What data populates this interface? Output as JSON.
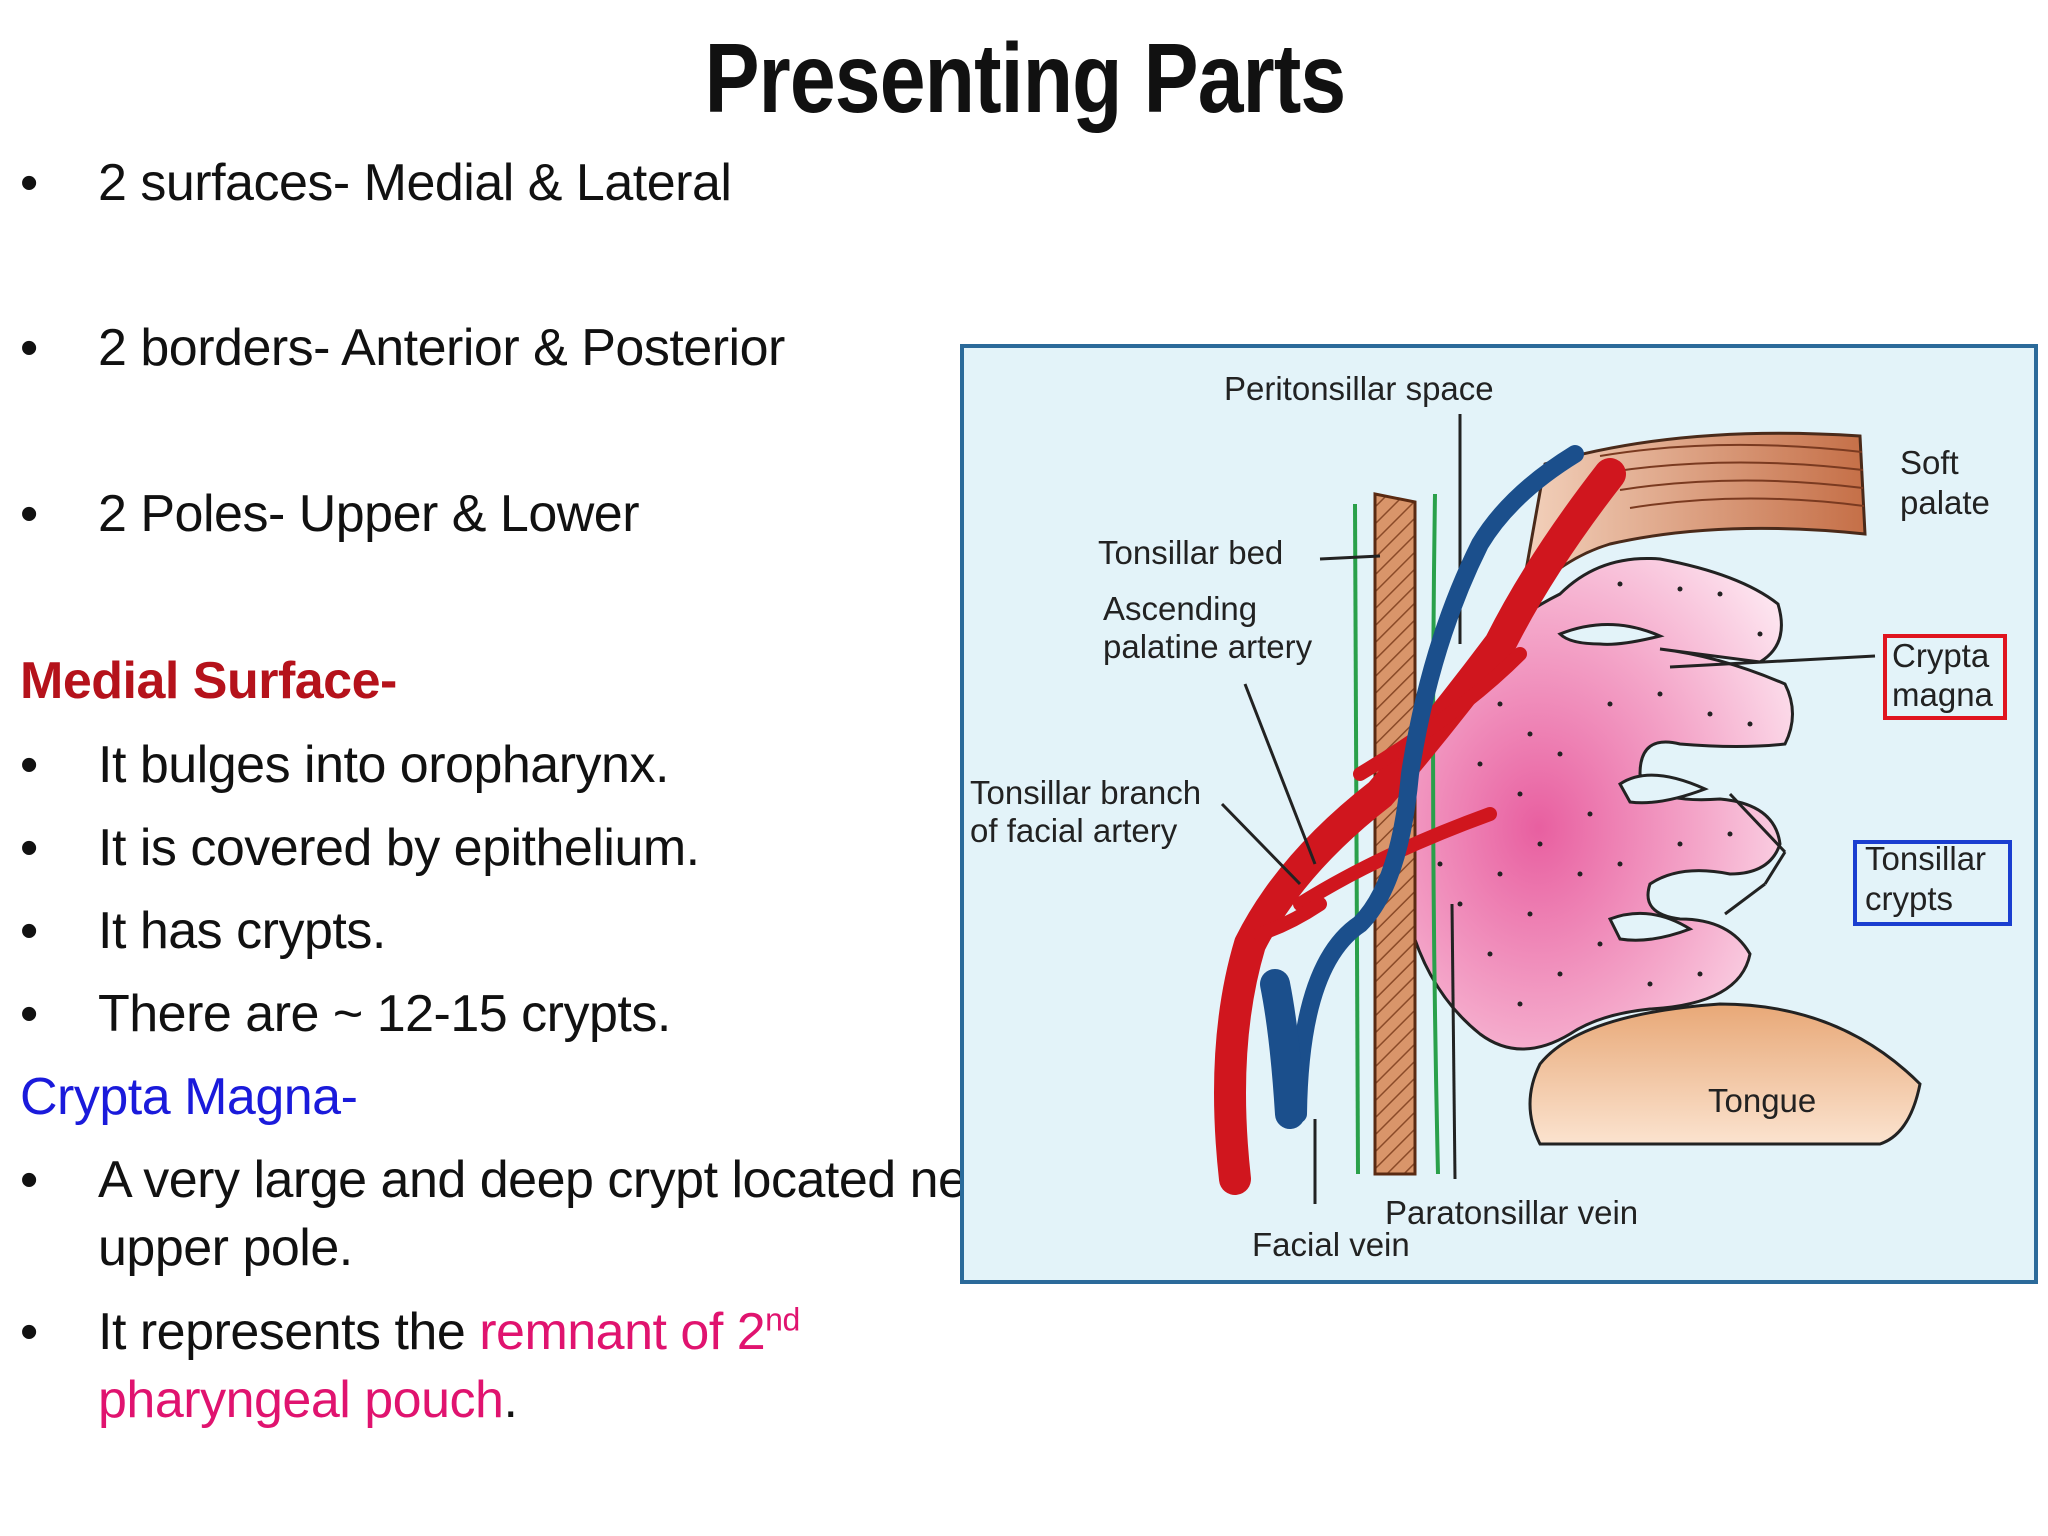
{
  "title": "Presenting Parts",
  "bullets_top": [
    "2 surfaces- Medial & Lateral",
    "2 borders- Anterior & Posterior",
    "2 Poles- Upper & Lower"
  ],
  "medial_surface": {
    "heading": "Medial Surface-",
    "items": [
      "It bulges into oropharynx.",
      "It is covered by epithelium.",
      "It has crypts.",
      "There are ~ 12-15 crypts."
    ]
  },
  "crypta_magna": {
    "heading": "Crypta Magna-",
    "item1_line1": "A very large and deep crypt located near",
    "item1_line2": "upper pole.",
    "item2_prefix": "It represents the ",
    "item2_highlight": "remnant of 2",
    "item2_sup": "nd",
    "item2_highlight_line2": "pharyngeal pouch",
    "item2_suffix": "."
  },
  "bullet_symbol": "•",
  "diagram": {
    "labels": {
      "peritonsillar_space": "Peritonsillar space",
      "soft_palate_1": "Soft",
      "soft_palate_2": "palate",
      "tonsillar_bed": "Tonsillar bed",
      "ascending_1": "Ascending",
      "ascending_2": "palatine artery",
      "crypta_1": "Crypta",
      "crypta_2": "magna",
      "tonsillar_branch_1": "Tonsillar branch",
      "tonsillar_branch_2": "of facial artery",
      "crypts_1": "Tonsillar",
      "crypts_2": "crypts",
      "tongue": "Tongue",
      "paratonsillar_vein": "Paratonsillar vein",
      "facial_vein": "Facial vein"
    }
  },
  "colors": {
    "heading_red": "#b5121b",
    "heading_blue": "#1a1adb",
    "highlight_pink": "#e0136f",
    "diagram_bg": "#e3f3f9",
    "artery": "#d0161e",
    "vein": "#1b4f8c"
  }
}
